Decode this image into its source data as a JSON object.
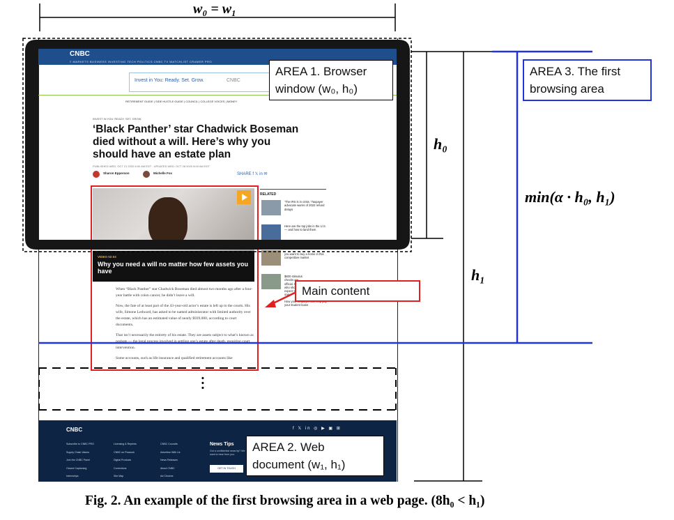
{
  "width_label": "w₀ = w₁",
  "h0_label": "h₀",
  "h1_label": "h₁",
  "min_label": "min(α · h₀, h₁)",
  "area1": {
    "line1": "AREA 1. Browser",
    "line2": "window (w₀, h₀)"
  },
  "area2": {
    "line1": "AREA 2. Web",
    "line2": "document (w₁, h₁)"
  },
  "area3": {
    "line1": "AREA 3. The first",
    "line2": "browsing area"
  },
  "main_content_label": "Main content",
  "caption": "Fig. 2. An example of the first browsing area in a web page. (8h₀ < h₁)",
  "webpage": {
    "logo": "CNBC",
    "nav": "≡  MARKETS   BUSINESS   INVESTING   TECH   POLITICS   CNBC TV   WATCHLIST   CRAMER   PRO",
    "ad_text": "Invest in You: Ready. Set. Grow.",
    "ad_logo": "CNBC",
    "subnav": "RETIREMENT GUIDE  |  SIDE HUSTLE GUIDE  |  COUNCIL  |  COLLEGE VOICES  |  MONEY",
    "kicker": "INVEST IN YOU: READY. SET. GROW.",
    "headline": "‘Black Panther’ star Chadwick Boseman died without a will. Here’s why you should have an estate plan",
    "dates": "PUBLISHED WED, OCT 21 2020 8:00 AM EDT · UPDATED WED, OCT 28 2020 8:00 AM EDT",
    "author1": "Sharon Epperson",
    "author2": "Michelle Fox",
    "share": "SHARE  f   𝕏   in   ✉",
    "video_kicker": "VIDEO  02:03",
    "video_title": "Why you need a will no matter how few assets you have",
    "body": [
      "When “Black Panther” star Chadwick Boseman died almost two months ago after a four-year battle with colon cancer, he didn’t leave a will.",
      "Now, the fate of at least part of the 43-year-old actor’s estate is left up to the courts. His wife, Simone Ledward, has asked to be named administrator with limited authority over the estate, which has an estimated value of nearly $939,000, according to court documents.",
      "That isn’t necessarily the entirety of his estate. They are assets subject to what’s known as probate — the legal process involved in settling one’s estate after death, requiring court intervention.",
      "Some accounts, such as life insurance and qualified retirement accounts like"
    ],
    "related_header": "RELATED",
    "related": [
      "‘The IRS is in crisis,’ Taxpayer advocate warns of 2022 refund delays",
      "Here are the top jobs in the U.S. — and how to land them",
      "you want to buy a home in this competitive market",
      "$600 stimulus checks are official. Here’s who should expect to get one",
      "How your employer can help pay your student loans"
    ],
    "footer_logo": "CNBC",
    "footer_social": "f  𝕏  in  ◎  ▶  ▣  ⊞",
    "footer_cols": [
      [
        "Subscribe to CNBC PRO",
        "Supply Chain Values",
        "Join the CNBC Panel",
        "Closed Captioning",
        "Internships"
      ],
      [
        "Licensing & Reprints",
        "CNBC on Peacock",
        "Digital Products",
        "Corrections",
        "Site Map"
      ],
      [
        "CNBC Councils",
        "Advertise With Us",
        "News Releases",
        "About CNBC",
        "Ad Choices"
      ]
    ],
    "news_tips": "News Tips",
    "news_tips_sub": "Got a confidential news tip? We want to hear from you.",
    "get_in_touch": "GET IN TOUCH"
  },
  "colors": {
    "blue": "#2233dd",
    "red": "#e02020",
    "cnbc_blue": "#1f4e8c",
    "footer": "#0e2444"
  }
}
